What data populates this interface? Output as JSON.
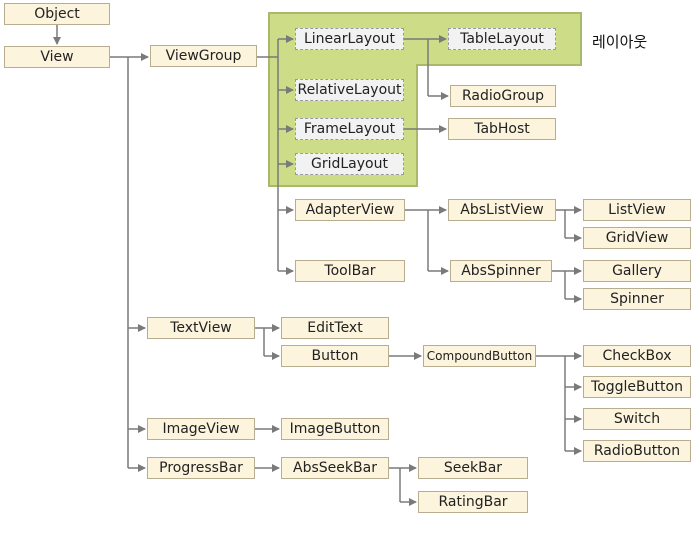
{
  "diagram": {
    "region_label": "레이아웃",
    "nodes": {
      "object": "Object",
      "view": "View",
      "viewgroup": "ViewGroup",
      "linearlayout": "LinearLayout",
      "tablelayout": "TableLayout",
      "relativelayout": "RelativeLayout",
      "radiogroup": "RadioGroup",
      "framelayout": "FrameLayout",
      "tabhost": "TabHost",
      "gridlayout": "GridLayout",
      "adapterview": "AdapterView",
      "abslistview": "AbsListView",
      "listview": "ListView",
      "gridview": "GridView",
      "toolbar": "ToolBar",
      "absspinner": "AbsSpinner",
      "gallery": "Gallery",
      "spinner": "Spinner",
      "textview": "TextView",
      "edittext": "EditText",
      "button": "Button",
      "compoundbutton": "CompoundButton",
      "checkbox": "CheckBox",
      "togglebutton": "ToggleButton",
      "switch": "Switch",
      "radiobutton": "RadioButton",
      "imageview": "ImageView",
      "imagebutton": "ImageButton",
      "progressbar": "ProgressBar",
      "absseekbar": "AbsSeekBar",
      "seekbar": "SeekBar",
      "ratingbar": "RatingBar"
    }
  }
}
